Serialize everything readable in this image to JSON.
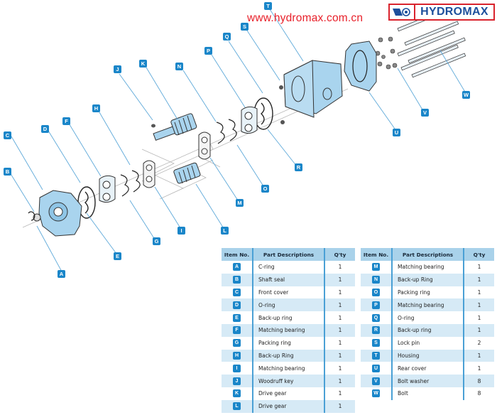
{
  "header": {
    "url": "www.hydromax.com.cn",
    "brand": "HYDROMAX",
    "colors": {
      "url": "#e8202a",
      "logo_border": "#d9232d",
      "logo_text": "#1d4f9c",
      "callout": "#1a86c9",
      "part_fill": "#a9d4ee",
      "table_header": "#a9d2ea",
      "table_alt_row": "#d6eaf6"
    }
  },
  "callouts": [
    "A",
    "B",
    "C",
    "D",
    "E",
    "F",
    "G",
    "H",
    "I",
    "J",
    "K",
    "L",
    "M",
    "N",
    "O",
    "P",
    "Q",
    "R",
    "S",
    "T",
    "U",
    "V",
    "W"
  ],
  "tables": {
    "headers": {
      "item": "Item No.",
      "desc": "Part Descriptions",
      "qty": "Q'ty"
    },
    "left": [
      {
        "item": "A",
        "desc": "C-ring",
        "qty": "1"
      },
      {
        "item": "B",
        "desc": "Shaft seal",
        "qty": "1"
      },
      {
        "item": "C",
        "desc": "Front cover",
        "qty": "1"
      },
      {
        "item": "D",
        "desc": "O-ring",
        "qty": "1"
      },
      {
        "item": "E",
        "desc": "Back-up ring",
        "qty": "1"
      },
      {
        "item": "F",
        "desc": "Matching bearing",
        "qty": "1"
      },
      {
        "item": "G",
        "desc": "Packing ring",
        "qty": "1"
      },
      {
        "item": "H",
        "desc": "Back-up Ring",
        "qty": "1"
      },
      {
        "item": "I",
        "desc": "Matching bearing",
        "qty": "1"
      },
      {
        "item": "J",
        "desc": "Woodruff key",
        "qty": "1"
      },
      {
        "item": "K",
        "desc": "Drive gear",
        "qty": "1"
      },
      {
        "item": "L",
        "desc": "Drive gear",
        "qty": "1"
      }
    ],
    "right": [
      {
        "item": "M",
        "desc": "Matching bearing",
        "qty": "1"
      },
      {
        "item": "N",
        "desc": "Back-up Ring",
        "qty": "1"
      },
      {
        "item": "O",
        "desc": "Packing ring",
        "qty": "1"
      },
      {
        "item": "P",
        "desc": "Matching bearing",
        "qty": "1"
      },
      {
        "item": "Q",
        "desc": "O-ring",
        "qty": "1"
      },
      {
        "item": "R",
        "desc": "Back-up ring",
        "qty": "1"
      },
      {
        "item": "S",
        "desc": "Lock pin",
        "qty": "2"
      },
      {
        "item": "T",
        "desc": "Housing",
        "qty": "1"
      },
      {
        "item": "U",
        "desc": "Rear cover",
        "qty": "1"
      },
      {
        "item": "V",
        "desc": "Bolt washer",
        "qty": "8"
      },
      {
        "item": "W",
        "desc": "Bolt",
        "qty": "8"
      }
    ]
  }
}
